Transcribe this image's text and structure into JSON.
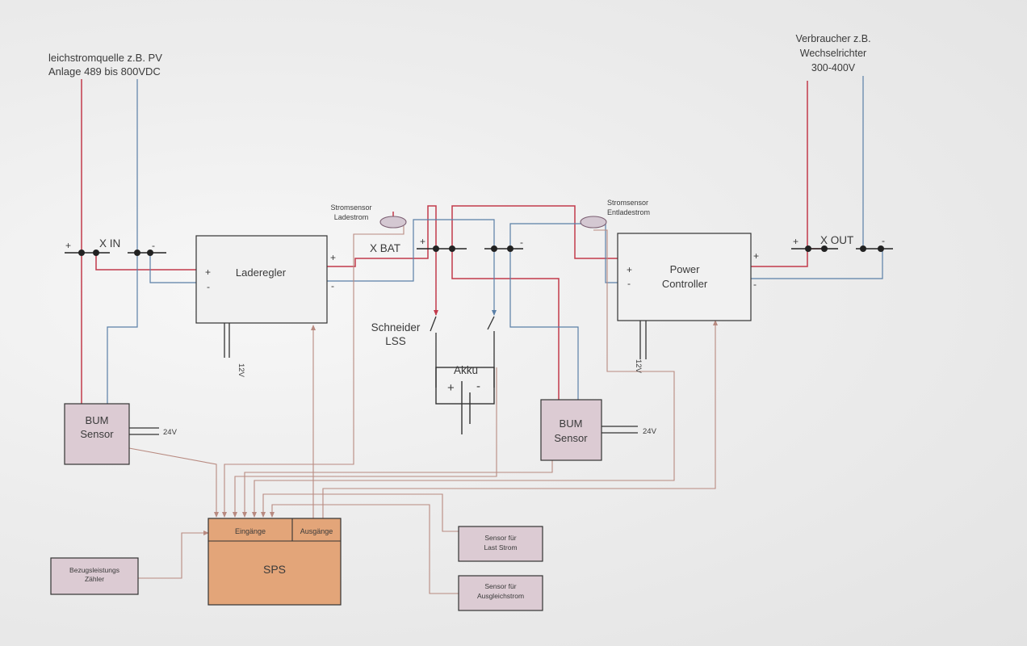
{
  "colors": {
    "positive_wire": "#c23a4b",
    "negative_wire": "#5a7fa7",
    "signal_wire": "#b88a80",
    "sensor_fill": "#dccbd3",
    "sps_fill": "#e3a579",
    "black": "#222222"
  },
  "source": {
    "line1": "leichstromquelle z.B. PV",
    "line2": "Anlage 489 bis 800VDC"
  },
  "consumer": {
    "line1": "Verbraucher z.B.",
    "line2": "Wechselrichter",
    "line3": "300-400V"
  },
  "terminals": {
    "x_in": "X IN",
    "x_bat": "X BAT",
    "x_out": "X OUT",
    "plus": "+",
    "minus": "-"
  },
  "laderegler": {
    "name": "Laderegler",
    "plus": "+",
    "minus": "-",
    "out_plus": "+",
    "out_minus": "-",
    "voltage": "12V"
  },
  "power_controller": {
    "line1": "Power",
    "line2": "Controller",
    "plus": "+",
    "minus": "-",
    "out_plus": "+",
    "out_minus": "-",
    "voltage": "12V"
  },
  "stromsensor_lade": {
    "line1": "Stromsensor",
    "line2": "Ladestrom"
  },
  "stromsensor_entlade": {
    "line1": "Stromsensor",
    "line2": "Entladestrom"
  },
  "schneider": {
    "line1": "Schneider",
    "line2": "LSS"
  },
  "akku": {
    "name": "Akku",
    "plus": "+",
    "minus": "-"
  },
  "bum_left": {
    "line1": "BUM",
    "line2": "Sensor",
    "voltage": "24V"
  },
  "bum_right": {
    "line1": "BUM",
    "line2": "Sensor",
    "voltage": "24V"
  },
  "sps": {
    "name": "SPS",
    "inputs": "Eingänge",
    "outputs": "Ausgänge"
  },
  "bezug": {
    "line1": "Bezugsleistungs",
    "line2": "Zähler"
  },
  "sensor_last": {
    "line1": "Sensor für",
    "line2": "Last Strom"
  },
  "sensor_ausgleich": {
    "line1": "Sensor für",
    "line2": "Ausgleichstrom"
  }
}
